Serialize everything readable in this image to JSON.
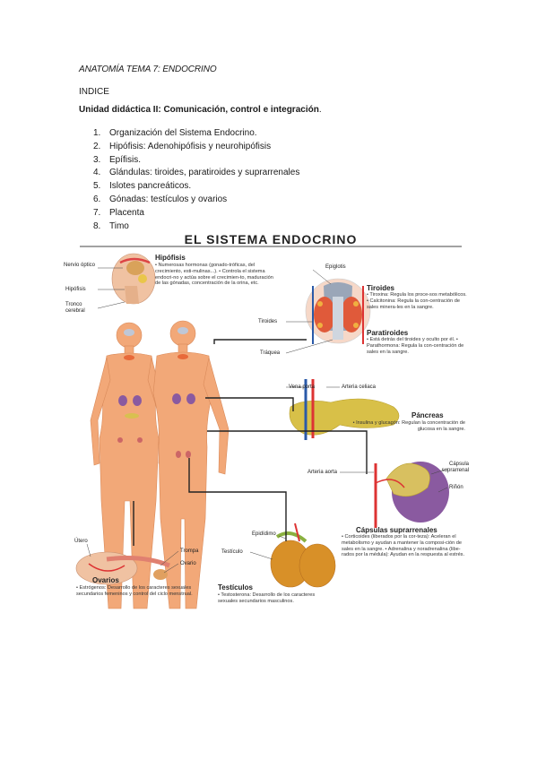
{
  "header": {
    "title": "ANATOMÍA TEMA 7: ENDOCRINO",
    "index": "INDICE"
  },
  "unit": {
    "bold": "Unidad didáctica II: Comunicación, control e integración",
    "suffix": "."
  },
  "toc": [
    {
      "n": "1.",
      "text": "Organización del Sistema Endocrino."
    },
    {
      "n": "2.",
      "text": "Hipófisis: Adenohipófisis y neurohipófisis"
    },
    {
      "n": "3.",
      "text": "Epífisis."
    },
    {
      "n": "4.",
      "text": "Glándulas: tiroides, paratiroides y suprarrenales"
    },
    {
      "n": "5.",
      "text": "Islotes pancreáticos."
    },
    {
      "n": "6.",
      "text": "Gónadas: testículos y ovarios"
    },
    {
      "n": "7.",
      "text": "Placenta"
    },
    {
      "n": "8.",
      "text": "Timo"
    }
  ],
  "figure": {
    "title": "EL SISTEMA ENDOCRINO",
    "labels": {
      "nervio_optico": "Nervio óptico",
      "hipofisis_small": "Hipófisis",
      "tronco_cerebral": "Tronco cerebral",
      "epiglotis": "Epiglotis",
      "tiroides_small": "Tiroides",
      "traquea": "Tráquea",
      "vena_porta": "Vena porta",
      "arteria_celiaca": "Arteria celiaca",
      "arteria_aorta": "Arteria aorta",
      "capsula_suprarrenal": "Cápsula suprarrenal",
      "rinon": "Riñón",
      "utero": "Útero",
      "trompa": "Trompa",
      "ovario": "Ovario",
      "epididimo": "Epidídimo",
      "testiculo_small": "Testículo"
    },
    "headings": {
      "hipofisis": "Hipófisis",
      "tiroides": "Tiroides",
      "paratiroides": "Paratiroides",
      "pancreas": "Páncreas",
      "capsulas": "Cápsulas suprarrenales",
      "ovarios": "Ovarios",
      "testiculos": "Testículos"
    },
    "descriptions": {
      "hipofisis": "• Numerosas hormonas (gonado-tróficas, del crecimiento, esti-mulinas...). • Controla el sistema endocri-no y actúa sobre el crecimien-to, maduración de las gónadas, concentración de la orina, etc.",
      "tiroides": "• Tiroxina: Regula los proce-sos metabólicos. • Calcitonina: Regula la con-centración de sales minera-les en la sangre.",
      "paratiroides": "• Está detrás del tiroides y oculto por él. • Parathormona: Regula la con-centración de sales en la sangre.",
      "pancreas": "• Insulina y glucagón: Regulan la concentración de glucosa en la sangre.",
      "capsulas": "• Corticoides (liberados por la cor-teza): Aceleran el metabolismo y ayudan a mantener la composi-ción de sales en la sangre. • Adrenalina y noradrenalina (libe-rados por la médula): Ayudan en la respuesta al estrés.",
      "ovarios": "• Estrógenos: Desarrollo de los caracteres sexuales secundarios femeninos y control del ciclo menstrual.",
      "testiculos": "• Testosterona: Desarrollo de los caracteres sexuales secundarios masculinos."
    }
  }
}
